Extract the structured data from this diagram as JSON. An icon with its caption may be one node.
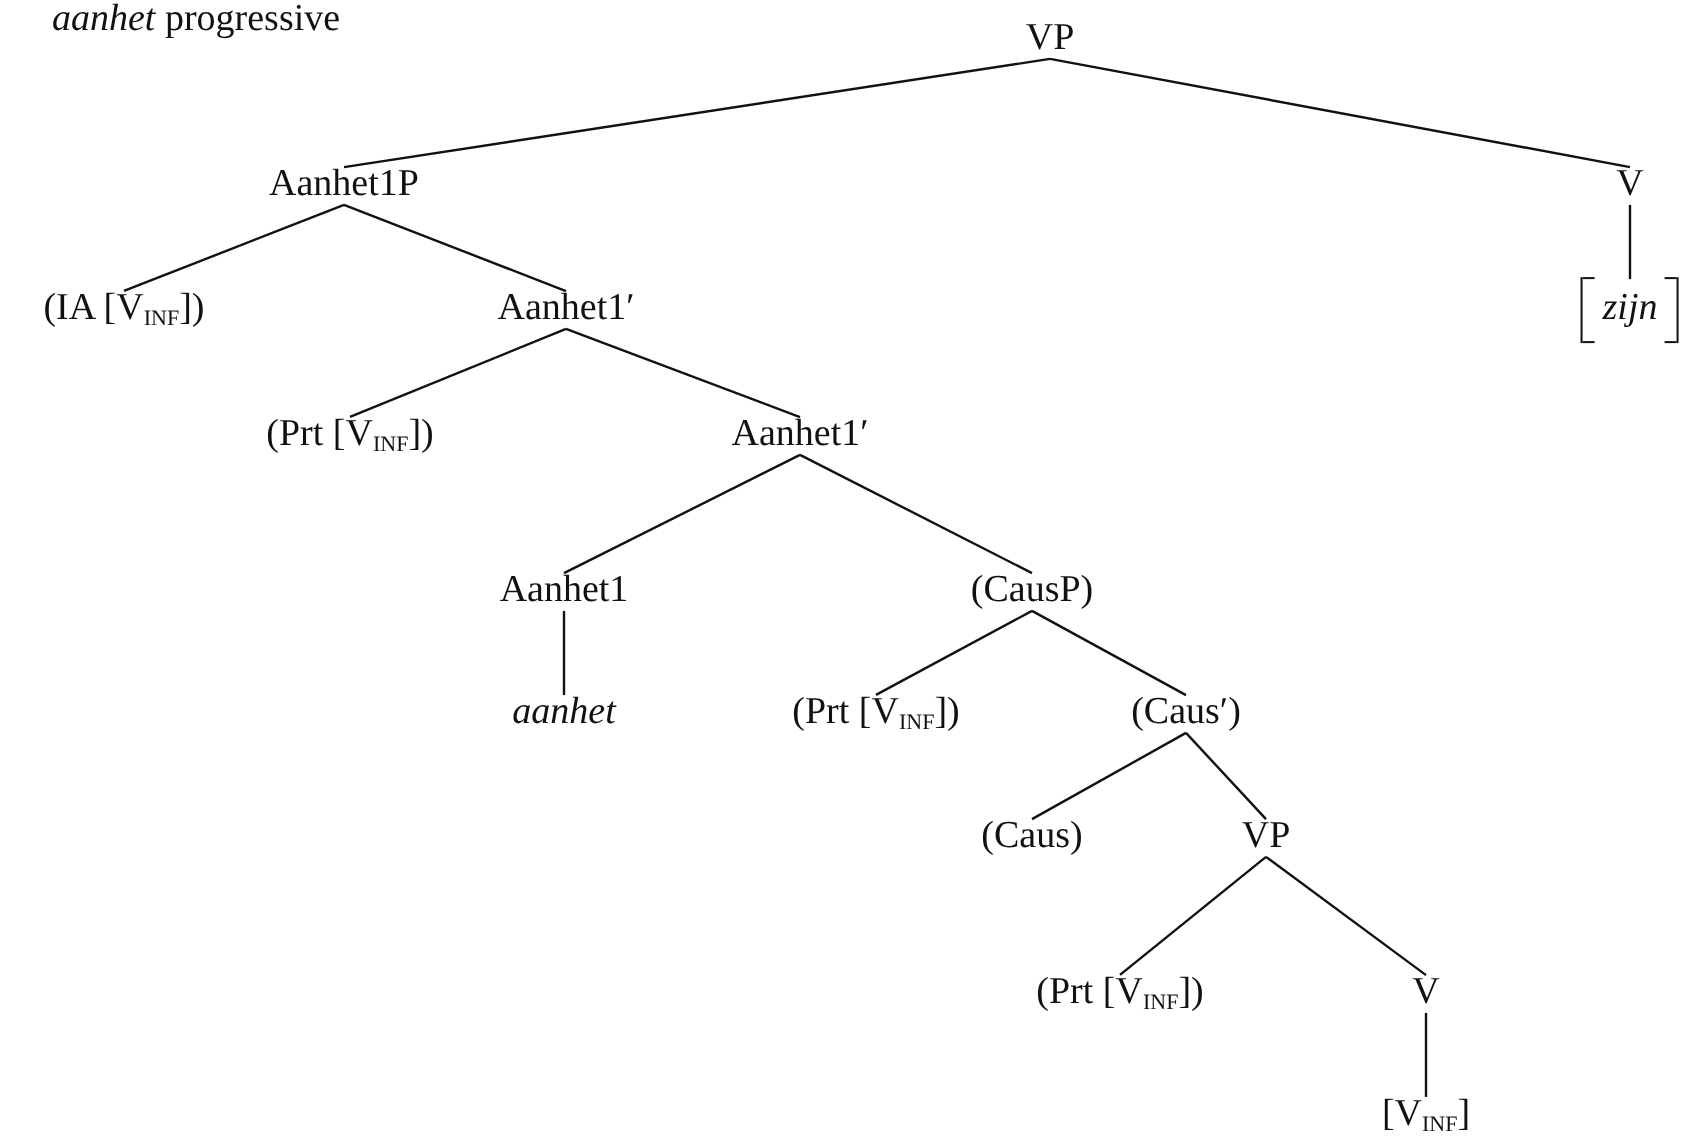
{
  "diagram": {
    "title": "*aanhet* progressive",
    "nodes": [
      {
        "text": [
          "VP"
        ]
      },
      {
        "text": [
          "Aanhet1P"
        ]
      },
      {
        "text": [
          "V"
        ]
      },
      {
        "text": [
          "(IA [V$_{INF}$])"
        ]
      },
      {
        "text": [
          "Aanhet1′"
        ]
      },
      {
        "text": [
          "zijn"
        ]
      },
      {
        "text": [
          "(Prt [V$_{INF}$])"
        ]
      },
      {
        "text": [
          "Aanhet1′"
        ]
      },
      {
        "text": [
          "Aanhet1"
        ]
      },
      {
        "text": [
          "(CausP)"
        ]
      },
      {
        "text": [
          "aanhet"
        ]
      },
      {
        "text": [
          "(Prt [V$_{INF}$])"
        ]
      },
      {
        "text": [
          "(Caus′)"
        ]
      },
      {
        "text": [
          "(Caus)"
        ]
      },
      {
        "text": [
          "VP"
        ]
      },
      {
        "text": [
          "(Prt [V$_{INF}$])"
        ]
      },
      {
        "text": [
          "V"
        ]
      },
      {
        "text": [
          "[V$_{INF}$]"
        ]
      }
    ],
    "edges": [
      {
        "from": 0,
        "to": 1,
        "arrow": "none"
      },
      {
        "from": 0,
        "to": 2,
        "arrow": "none"
      },
      {
        "from": 1,
        "to": 3,
        "arrow": "none"
      },
      {
        "from": 1,
        "to": 4,
        "arrow": "none"
      },
      {
        "from": 2,
        "to": 5,
        "arrow": "none"
      },
      {
        "from": 4,
        "to": 6,
        "arrow": "none"
      },
      {
        "from": 4,
        "to": 7,
        "arrow": "none"
      },
      {
        "from": 7,
        "to": 8,
        "arrow": "none"
      },
      {
        "from": 7,
        "to": 9,
        "arrow": "none"
      },
      {
        "from": 8,
        "to": 10,
        "arrow": "none"
      },
      {
        "from": 9,
        "to": 11,
        "arrow": "none"
      },
      {
        "from": 9,
        "to": 12,
        "arrow": "none"
      },
      {
        "from": 12,
        "to": 13,
        "arrow": "none"
      },
      {
        "from": 12,
        "to": 14,
        "arrow": "none"
      },
      {
        "from": 14,
        "to": 15,
        "arrow": "none"
      },
      {
        "from": 14,
        "to": 16,
        "arrow": "none"
      },
      {
        "from": 16,
        "to": 17,
        "arrow": "none"
      }
    ]
  }
}
